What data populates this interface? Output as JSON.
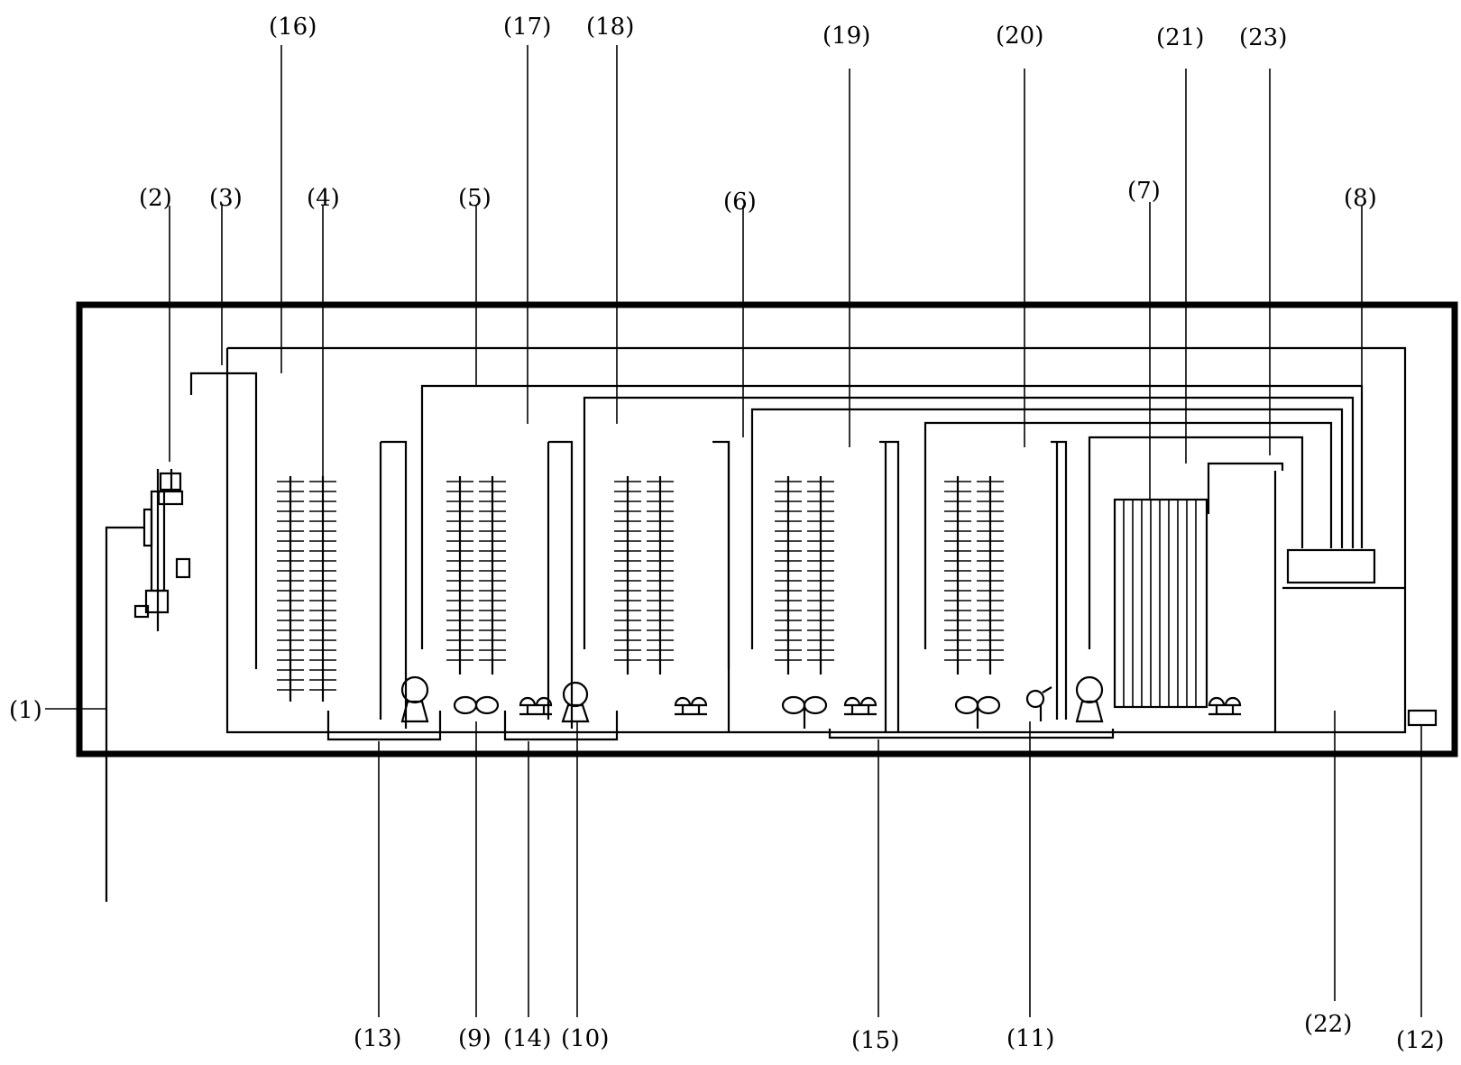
{
  "labels": {
    "l1": "(1)",
    "l2": "(2)",
    "l3": "(3)",
    "l4": "(4)",
    "l5": "(5)",
    "l6": "(6)",
    "l7": "(7)",
    "l8": "(8)",
    "l9": "(9)",
    "l10": "(10)",
    "l11": "(11)",
    "l12": "(12)",
    "l13": "(13)",
    "l14": "(14)",
    "l15": "(15)",
    "l16": "(16)",
    "l17": "(17)",
    "l18": "(18)",
    "l19": "(19)",
    "l20": "(20)",
    "l21": "(21)",
    "l22": "(22)",
    "l23": "(23)"
  },
  "colors": {
    "line": "#000000",
    "background": "#ffffff"
  }
}
